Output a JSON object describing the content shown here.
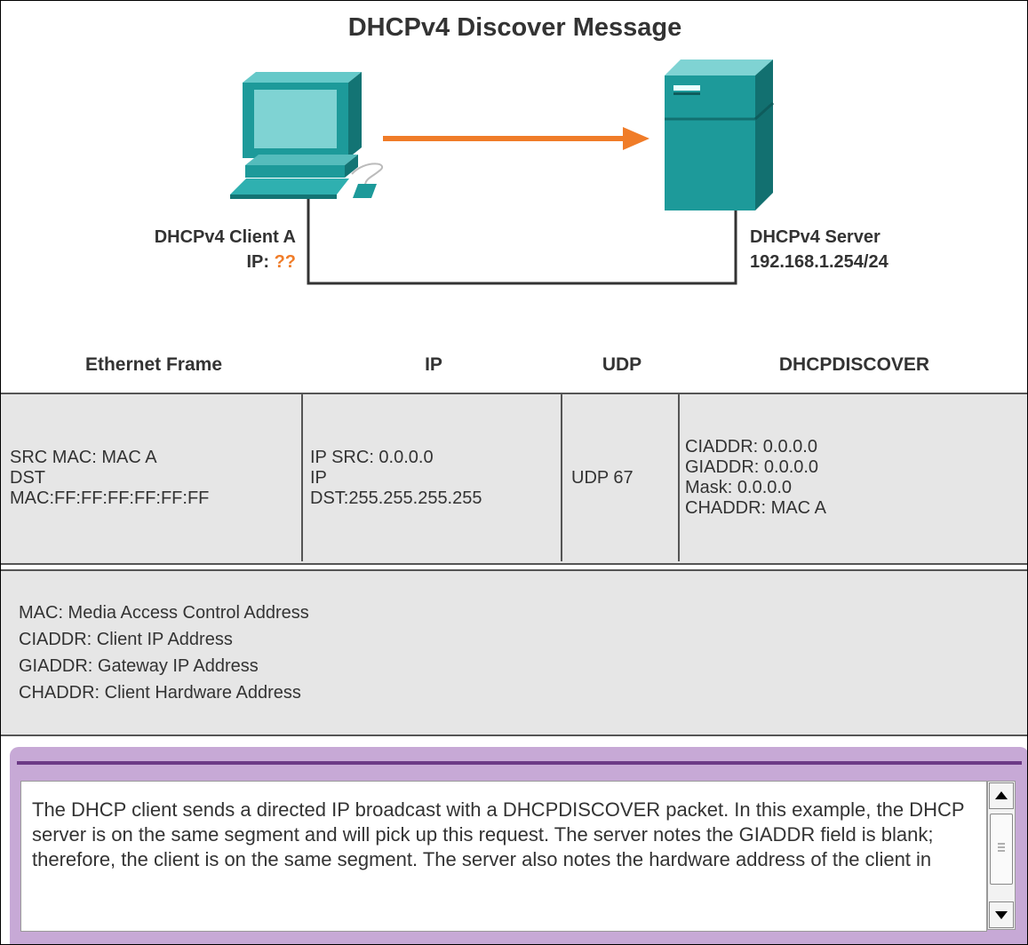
{
  "title": "DHCPv4 Discover Message",
  "client": {
    "name": "DHCPv4 Client A",
    "ip_label": "IP:",
    "ip_value": "??"
  },
  "server": {
    "name": "DHCPv4 Server",
    "ip": "192.168.1.254/24"
  },
  "headers": [
    "Ethernet Frame",
    "IP",
    "UDP",
    "DHCPDISCOVER"
  ],
  "cells": {
    "ethernet": [
      "SRC MAC: MAC A",
      "DST",
      "MAC:FF:FF:FF:FF:FF:FF"
    ],
    "ip": [
      "IP SRC: 0.0.0.0",
      "IP",
      "DST:255.255.255.255"
    ],
    "udp": [
      "UDP 67"
    ],
    "dhcp": [
      "CIADDR: 0.0.0.0",
      "GIADDR: 0.0.0.0",
      "Mask: 0.0.0.0",
      "CHADDR: MAC A"
    ]
  },
  "legend": [
    "MAC: Media Access Control Address",
    "CIADDR: Client IP Address",
    "GIADDR: Gateway IP Address",
    "CHADDR: Client Hardware Address"
  ],
  "description": "The DHCP client sends a directed IP broadcast with a DHCPDISCOVER packet. In this example, the DHCP server is on the same segment and will pick up this request. The server notes the GIADDR field is blank; therefore, the client is on the same segment. The server also notes the hardware address of the client in",
  "colors": {
    "arrow": "#f07c28",
    "device": "#1d9a9a",
    "panel": "#c7a9d6",
    "table_bg": "#e6e6e6"
  },
  "icons": {
    "client": "desktop-computer-icon",
    "server": "server-tower-icon",
    "arrow": "arrow-right-icon"
  }
}
